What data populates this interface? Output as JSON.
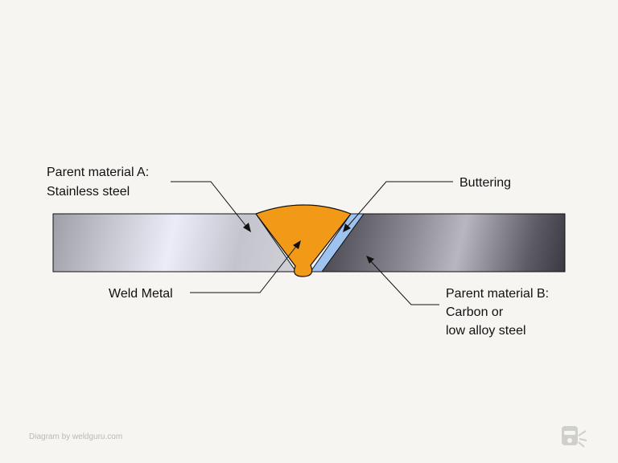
{
  "labels": {
    "parent_a_line1": "Parent material A:",
    "parent_a_line2": "Stainless steel",
    "buttering": "Buttering",
    "weld_metal": "Weld Metal",
    "parent_b_line1": "Parent material B:",
    "parent_b_line2": "Carbon or",
    "parent_b_line3": "low alloy steel"
  },
  "credit": "Diagram by weldguru.com",
  "colors": {
    "background": "#f6f5f1",
    "weld_metal": "#f29a17",
    "buttering": "#9ec3ef",
    "stainless_light": "#e8e8f7",
    "carbon_dark": "#3e3d46",
    "outline": "#111111"
  }
}
